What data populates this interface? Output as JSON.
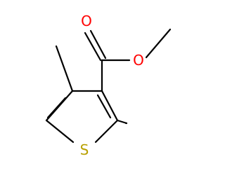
{
  "molecule": {
    "atoms": {
      "oxygen_carbonyl": {
        "symbol": "O",
        "color": "#ff0000"
      },
      "oxygen_ester": {
        "symbol": "O",
        "color": "#ff0000"
      },
      "sulfur": {
        "symbol": "S",
        "color": "#b8a000"
      }
    },
    "colors": {
      "bond": "#000000",
      "oxygen": "#ff0000",
      "sulfur": "#b8a000"
    }
  }
}
